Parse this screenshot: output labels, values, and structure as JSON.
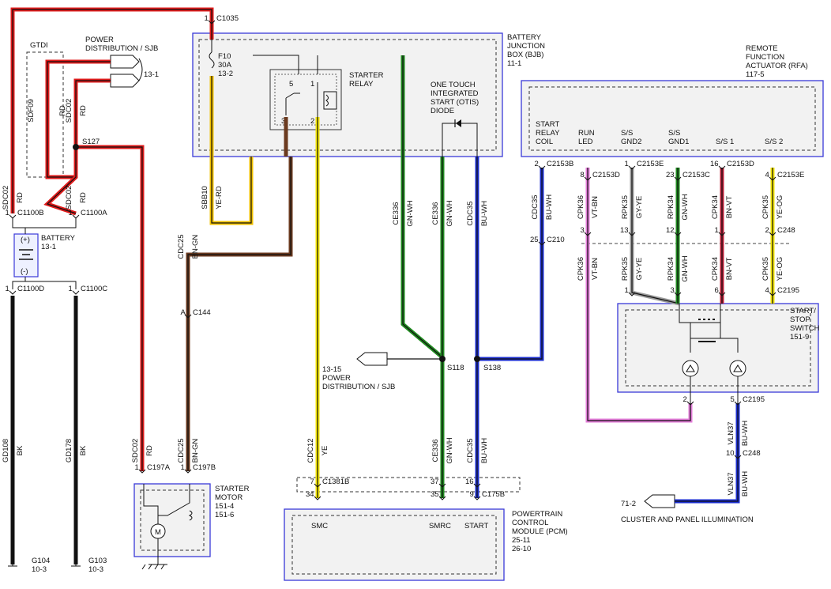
{
  "components": {
    "bjb": {
      "lines": [
        "BATTERY",
        "JUNCTION",
        "BOX (BJB)",
        "11-1"
      ]
    },
    "fuse": {
      "lines": [
        "F10",
        "30A",
        "13-2"
      ]
    },
    "starter_relay": {
      "lines": [
        "STARTER",
        "RELAY"
      ],
      "pins": [
        "5",
        "1",
        "3",
        "2"
      ]
    },
    "otis_diode": {
      "lines": [
        "ONE TOUCH",
        "INTEGRATED",
        "START (OTIS)",
        "DIODE"
      ]
    },
    "power_dist_top": {
      "lines": [
        "POWER",
        "DISTRIBUTION / SJB"
      ],
      "ref": "13-1"
    },
    "gtdi": "GTDI",
    "battery": {
      "lines": [
        "BATTERY",
        "13-1"
      ],
      "plus": "(+)",
      "minus": "(-)"
    },
    "starter_motor": {
      "lines": [
        "STARTER",
        "MOTOR",
        "151-4",
        "151-6"
      ]
    },
    "pcm": {
      "lines": [
        "POWERTRAIN",
        "CONTROL",
        "MODULE (PCM)",
        "25-11",
        "26-10"
      ],
      "pins": [
        "SMC",
        "SMRC",
        "START"
      ]
    },
    "rfa": {
      "lines": [
        "REMOTE",
        "FUNCTION",
        "ACTUATOR (RFA)",
        "117-5"
      ]
    },
    "rfa_pins": [
      {
        "lines": [
          "START",
          "RELAY",
          "COIL"
        ]
      },
      {
        "lines": [
          "RUN",
          "LED"
        ]
      },
      {
        "lines": [
          "S/S",
          "GND2"
        ]
      },
      {
        "lines": [
          "S/S",
          "GND1"
        ]
      },
      {
        "lines": [
          "S/S 1"
        ]
      },
      {
        "lines": [
          "S/S 2"
        ]
      }
    ],
    "ss_switch": {
      "lines": [
        "START/",
        "STOP",
        "SWITCH",
        "151-9"
      ]
    },
    "power_dist_mid": {
      "lines": [
        "13-15",
        "POWER",
        "DISTRIBUTION / SJB"
      ]
    },
    "cluster": {
      "ref": "71-2",
      "label": "CLUSTER AND PANEL ILLUMINATION"
    }
  },
  "connectors": [
    {
      "pin": "1",
      "name": "C1035"
    },
    {
      "pin": "1",
      "name": "C1100B"
    },
    {
      "pin": "1",
      "name": "C1100A"
    },
    {
      "pin": "1",
      "name": "C1100D"
    },
    {
      "pin": "1",
      "name": "C1100C"
    },
    {
      "pin": "A",
      "name": "C144"
    },
    {
      "pin": "1",
      "name": "C197A"
    },
    {
      "pin": "1",
      "name": "C197B"
    },
    {
      "pin": "7",
      "name": "C1381B"
    },
    {
      "pin": "37",
      "name": ""
    },
    {
      "pin": "16",
      "name": ""
    },
    {
      "pin": "34",
      "name": ""
    },
    {
      "pin": "35",
      "name": ""
    },
    {
      "pin": "9",
      "name": "C175B"
    },
    {
      "pin": "2",
      "name": "C2153B"
    },
    {
      "pin": "8",
      "name": "C2153D"
    },
    {
      "pin": "1",
      "name": "C2153E"
    },
    {
      "pin": "23",
      "name": "C2153C"
    },
    {
      "pin": "16",
      "name": "C2153D"
    },
    {
      "pin": "4",
      "name": "C2153E"
    },
    {
      "pin": "25",
      "name": "C210"
    },
    {
      "pin": "3",
      "name": ""
    },
    {
      "pin": "13",
      "name": ""
    },
    {
      "pin": "12",
      "name": ""
    },
    {
      "pin": "1",
      "name": ""
    },
    {
      "pin": "2",
      "name": "C248"
    },
    {
      "pin": "1",
      "name": ""
    },
    {
      "pin": "3",
      "name": ""
    },
    {
      "pin": "6",
      "name": ""
    },
    {
      "pin": "4",
      "name": "C2195"
    },
    {
      "pin": "2",
      "name": ""
    },
    {
      "pin": "5",
      "name": "C2195"
    },
    {
      "pin": "10",
      "name": "C248"
    }
  ],
  "splices": [
    "S127",
    "S118",
    "S138"
  ],
  "grounds": [
    {
      "name": "G104",
      "ref": "10-3"
    },
    {
      "name": "G103",
      "ref": "10-3"
    }
  ],
  "wire_labels": [
    {
      "circuit": "SDC02",
      "color": "RD"
    },
    {
      "circuit": "SDF09",
      "color": ""
    },
    {
      "circuit": "",
      "color": "RD"
    },
    {
      "circuit": "SDC02",
      "color": "RD"
    },
    {
      "circuit": "SDC02",
      "color": "RD"
    },
    {
      "circuit": "SBB10",
      "color": "YE-RD"
    },
    {
      "circuit": "CDC25",
      "color": "BN-GN"
    },
    {
      "circuit": "CE336",
      "color": "GN-WH"
    },
    {
      "circuit": "CE336",
      "color": "GN-WH"
    },
    {
      "circuit": "CDC35",
      "color": "BU-WH"
    },
    {
      "circuit": "CDC12",
      "color": "YE"
    },
    {
      "circuit": "CE336",
      "color": "GN-WH"
    },
    {
      "circuit": "CDC35",
      "color": "BU-WH"
    },
    {
      "circuit": "GD108",
      "color": "BK"
    },
    {
      "circuit": "GD178",
      "color": "BK"
    },
    {
      "circuit": "SDC02",
      "color": "RD"
    },
    {
      "circuit": "CDC25",
      "color": "BN-GN"
    },
    {
      "circuit": "CDC35",
      "color": "BU-WH"
    },
    {
      "circuit": "CPK36",
      "color": "VT-BN"
    },
    {
      "circuit": "RPK35",
      "color": "GY-YE"
    },
    {
      "circuit": "RPK34",
      "color": "GN-WH"
    },
    {
      "circuit": "CPK34",
      "color": "BN-VT"
    },
    {
      "circuit": "CPK35",
      "color": "YE-OG"
    },
    {
      "circuit": "CPK36",
      "color": "VT-BN"
    },
    {
      "circuit": "RPK35",
      "color": "GY-YE"
    },
    {
      "circuit": "RPK34",
      "color": "GN-WH"
    },
    {
      "circuit": "CPK34",
      "color": "BN-VT"
    },
    {
      "circuit": "CPK35",
      "color": "YE-OG"
    },
    {
      "circuit": "VLN37",
      "color": "BU-WH"
    },
    {
      "circuit": "VLN37",
      "color": "BU-WH"
    }
  ],
  "colors": {
    "red": "#e01b1b",
    "black": "#111111",
    "yellow": "#f4e700",
    "yellow_red": "#f0c000",
    "brown": "#6b3a1f",
    "green": "#1f8a1f",
    "blue": "#1c2fd0",
    "violet": "#e37bd8",
    "gray": "#9a9a9a",
    "component_border": "#3a3ad8"
  }
}
